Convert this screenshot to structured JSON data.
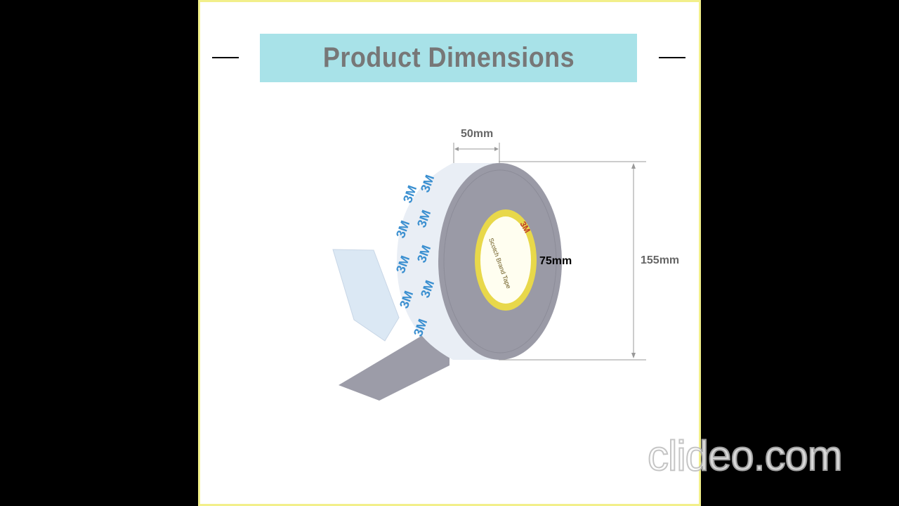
{
  "banner": {
    "title": "Product Dimensions"
  },
  "dimensions": {
    "width": "50mm",
    "height": "155mm",
    "core": "75mm"
  },
  "tape": {
    "print_logo": "3M",
    "label_text": "Scotch Brand Tape"
  },
  "watermark": "clideo.com",
  "colors": {
    "banner": "#a8e2e8",
    "border": "#f2ef8a",
    "tape_face": "#9a9aa6",
    "print": "#3a8fd0",
    "core": "#e8d84a"
  }
}
